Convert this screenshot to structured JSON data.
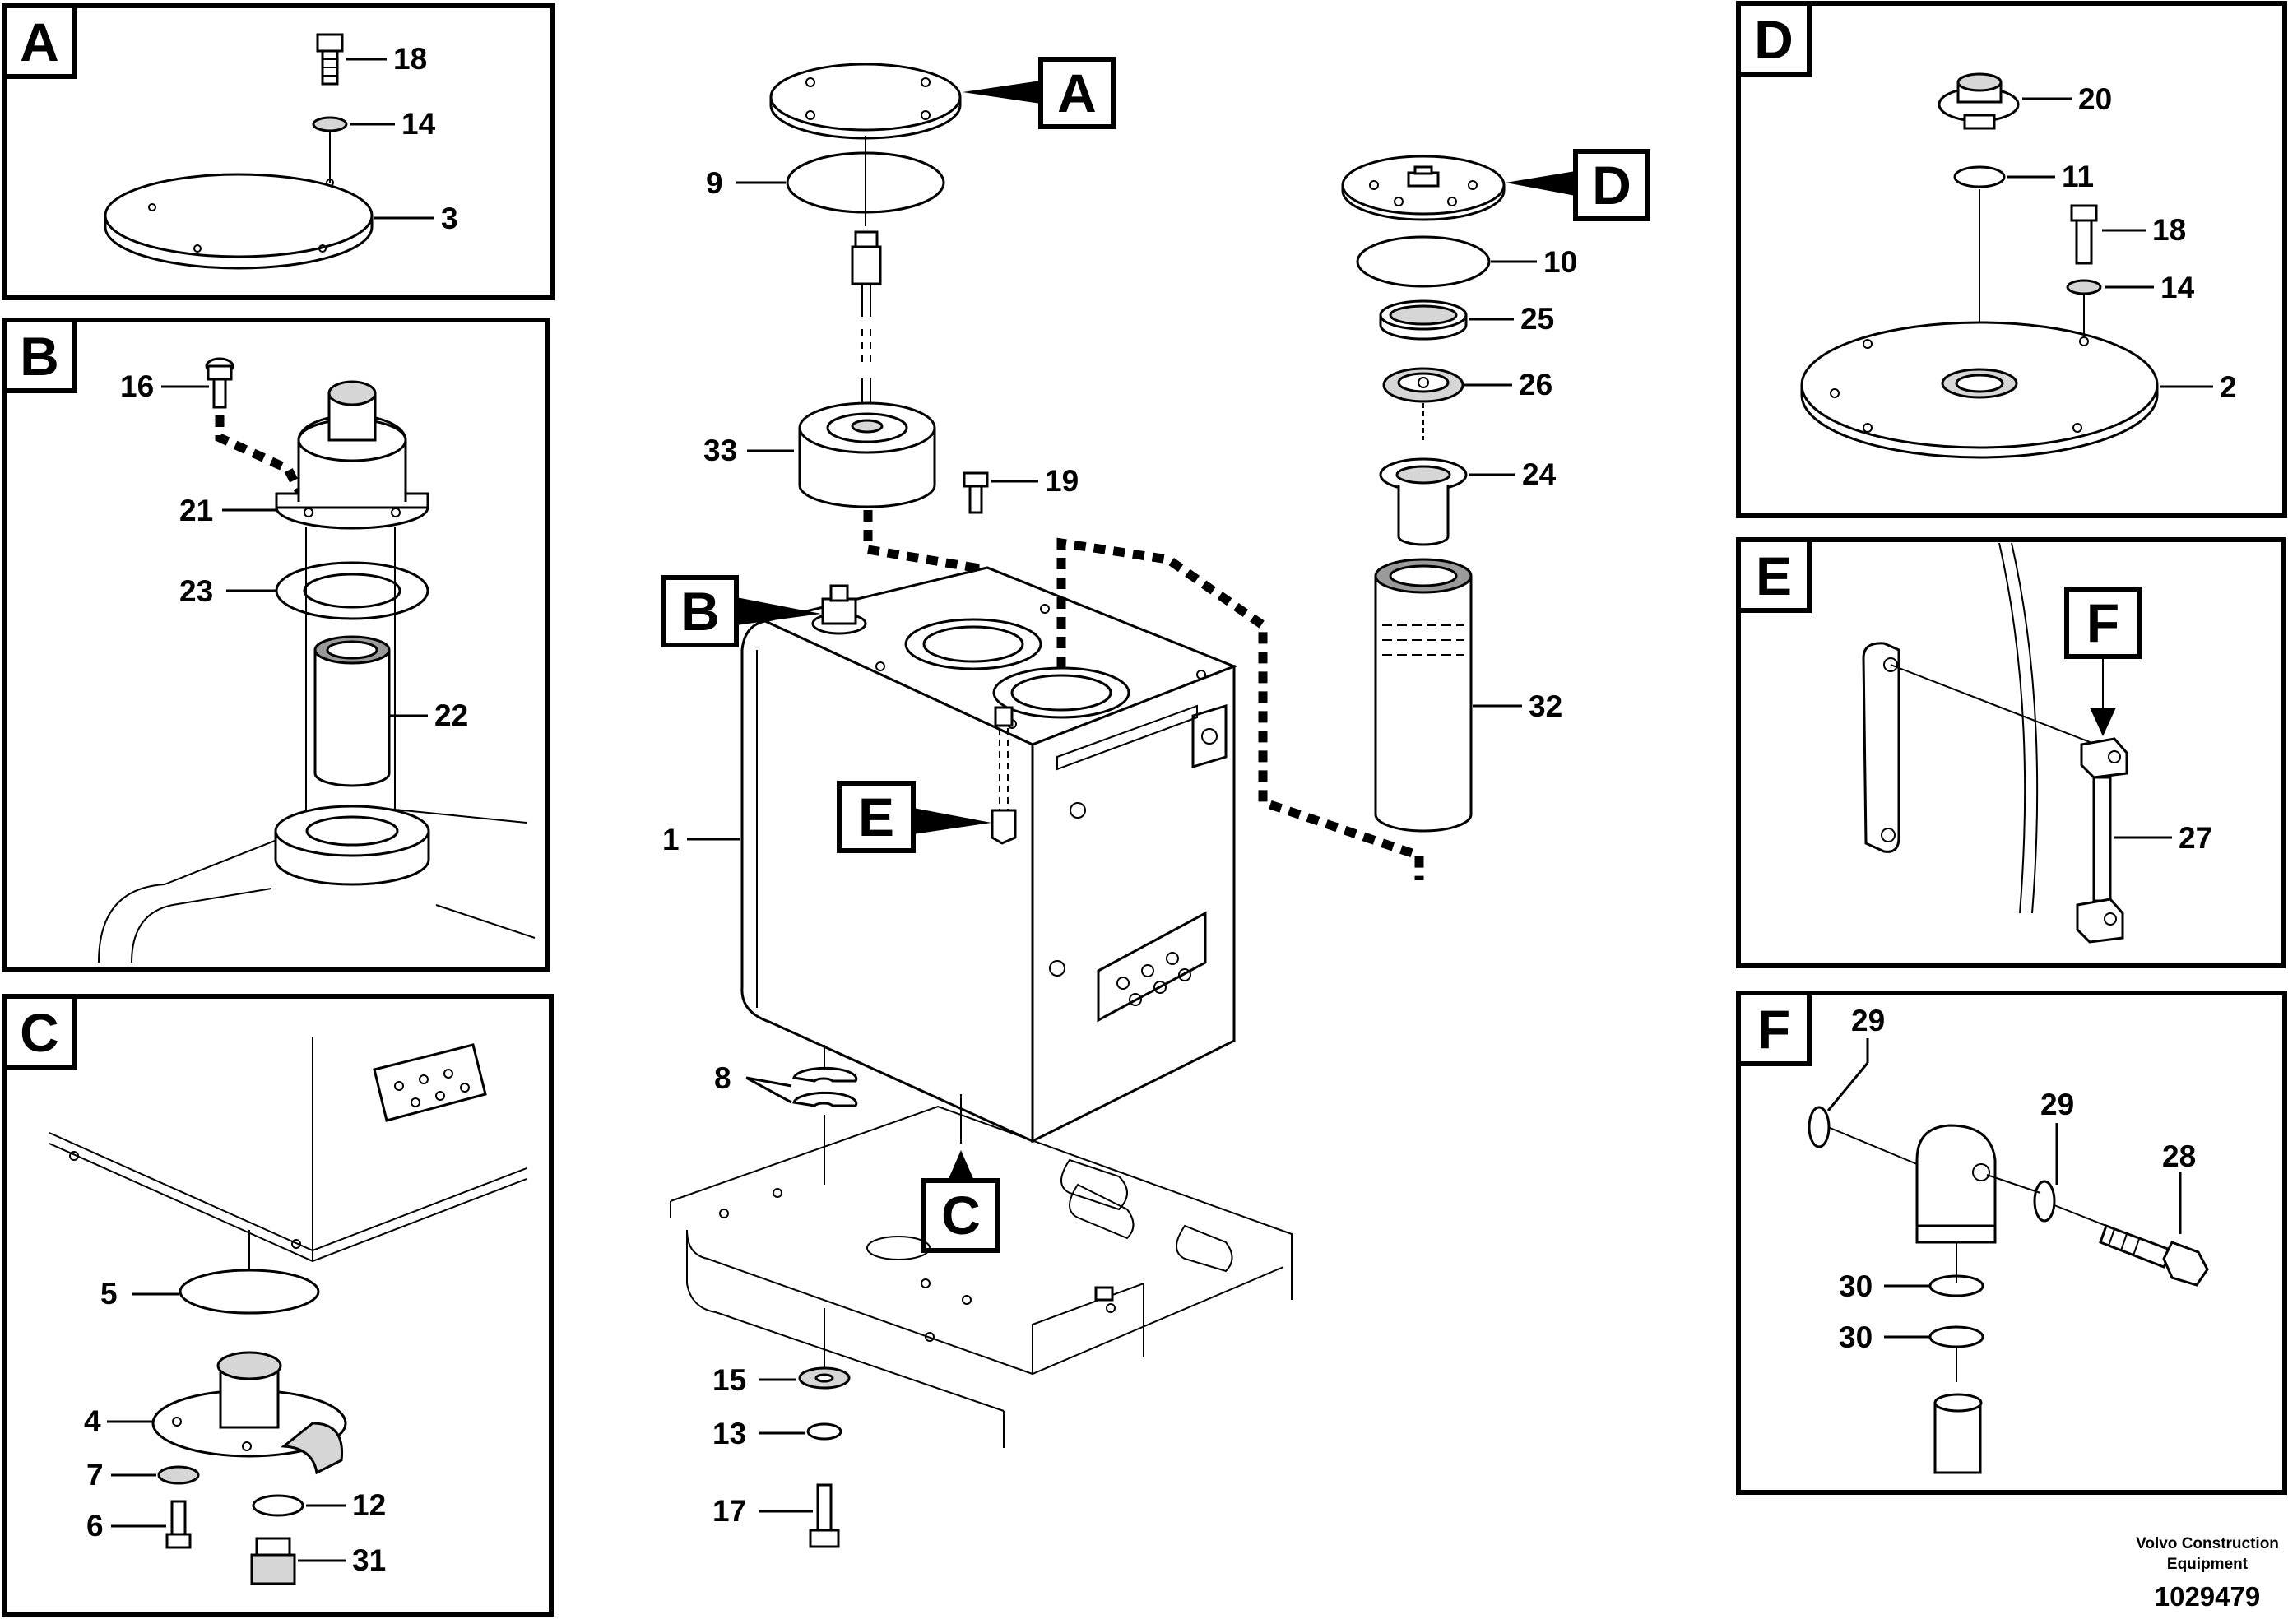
{
  "views": {
    "A": "A",
    "B": "B",
    "C": "C",
    "D": "D",
    "E": "E",
    "F": "F"
  },
  "labels": {
    "n1": "1",
    "n2": "2",
    "n3": "3",
    "n4": "4",
    "n5": "5",
    "n6": "6",
    "n7": "7",
    "n8": "8",
    "n9": "9",
    "n10": "10",
    "n11": "11",
    "n12": "12",
    "n13": "13",
    "n14": "14",
    "n15": "15",
    "n16": "16",
    "n17": "17",
    "n18": "18",
    "n19": "19",
    "n20": "20",
    "n21": "21",
    "n22": "22",
    "n23": "23",
    "n24": "24",
    "n25": "25",
    "n26": "26",
    "n27": "27",
    "n28": "28",
    "n29": "29",
    "n30": "30",
    "n31": "31",
    "n32": "32",
    "n33": "33"
  },
  "footer": {
    "company_line1": "Volvo Construction",
    "company_line2": "Equipment",
    "document_number": "1029479"
  }
}
